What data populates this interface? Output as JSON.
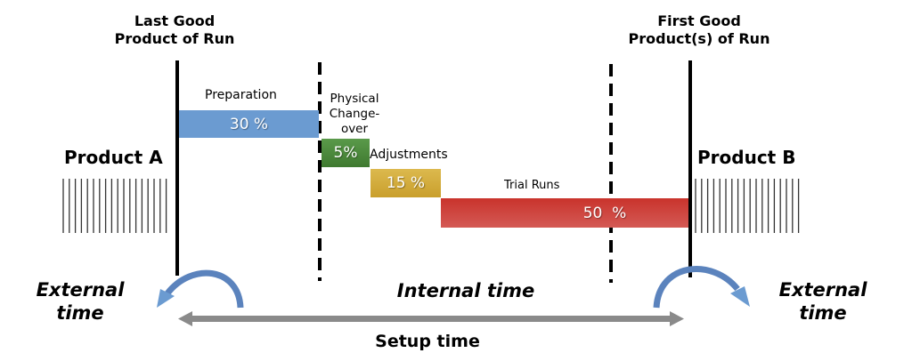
{
  "titles": {
    "left": [
      "Last Good",
      "Product of Run"
    ],
    "right": [
      "First Good",
      "Product(s) of Run"
    ]
  },
  "products": {
    "a": "Product A",
    "b": "Product B"
  },
  "phases": [
    {
      "label": "Preparation",
      "value": "30 %",
      "color": "#6b9bd1"
    },
    {
      "label": "Physical Change-over",
      "label_lines": [
        "Physical",
        "Change-",
        "over"
      ],
      "value": "5%",
      "color": "#4a8a3a"
    },
    {
      "label": "Adjustments",
      "value": "15 %",
      "color": "#d4ac3c"
    },
    {
      "label": "Trial Runs",
      "value": "50  %",
      "color": "#cc4a44"
    }
  ],
  "times": {
    "external_left": [
      "External",
      "time"
    ],
    "internal": "Internal time",
    "external_right": [
      "External",
      "time"
    ],
    "setup": "Setup time"
  },
  "colors": {
    "arrow_gray": "#8a8a8a",
    "curve_blue": "#5b83bd"
  }
}
